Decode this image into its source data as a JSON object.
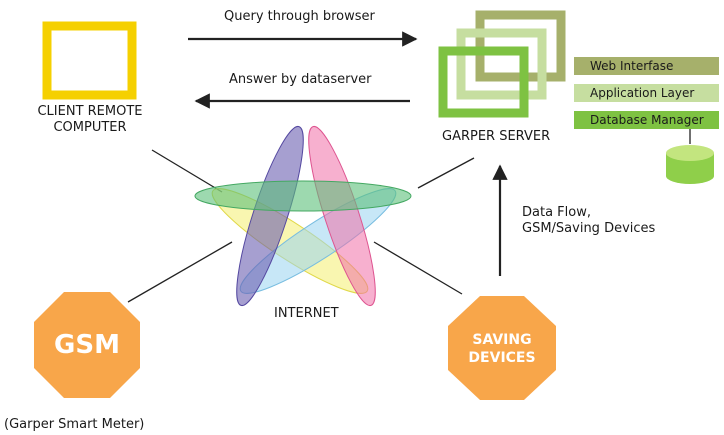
{
  "arrows": {
    "query": "Query through browser",
    "answer": "Answer by dataserver",
    "data_flow_line1": "Data Flow,",
    "data_flow_line2": "GSM/Saving Devices"
  },
  "client": {
    "line1": "CLIENT REMOTE",
    "line2": "COMPUTER"
  },
  "server": {
    "label": "GARPER SERVER",
    "layers": [
      "Web Interfase",
      "Application Layer",
      "Database Manager"
    ]
  },
  "internet": {
    "label": "INTERNET"
  },
  "gsm": {
    "label": "GSM",
    "caption": "(Garper Smart Meter)"
  },
  "saving": {
    "line1": "SAVING",
    "line2": "DEVICES"
  },
  "colors": {
    "client_frame": "#f5d000",
    "server_dark": "#a6b06b",
    "server_mid": "#c6dea0",
    "server_front": "#7ec242",
    "layer_web": "#a6b06b",
    "layer_app": "#c6dea0",
    "layer_db": "#7ec242",
    "octagon": "#f8a64a",
    "line": "#222222",
    "star_green": "#5cc07a",
    "star_purple": "#6a5fb0",
    "star_pink": "#f06fa8",
    "star_yellow": "#f4ee70",
    "star_blue": "#99d4f0"
  }
}
